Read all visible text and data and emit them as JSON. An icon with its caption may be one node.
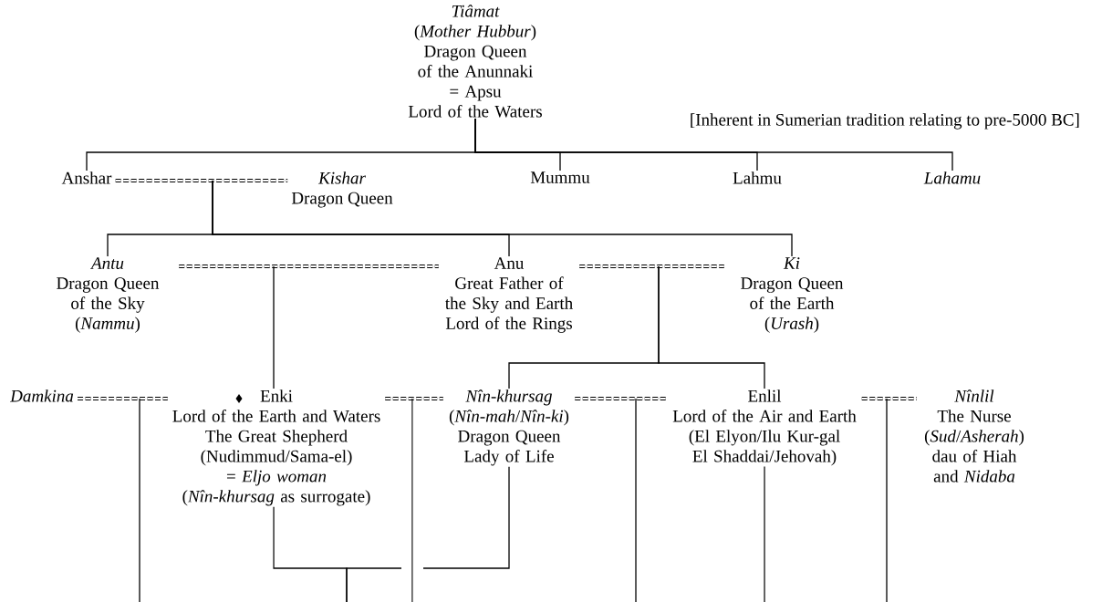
{
  "diagram": {
    "nodes": [
      {
        "text": [
          "Tiâmat",
          "(*Mother Hubbur*)",
          "Dragon Queen of the Anunnaki",
          "= Apsu",
          "Lord of the Waters"
        ]
      },
      {
        "text": [
          "Anshar"
        ]
      },
      {
        "text": [
          "Kishar",
          "Dragon Queen"
        ]
      },
      {
        "text": [
          "Mummu"
        ]
      },
      {
        "text": [
          "Lahmu"
        ]
      },
      {
        "text": [
          "Lahamu"
        ]
      },
      {
        "text": [
          "Antu",
          "Dragon Queen of the Sky",
          "(*Nammu*)"
        ]
      },
      {
        "text": [
          "Anu",
          "Great Father of the Sky and Earth",
          "Lord of the Rings"
        ]
      },
      {
        "text": [
          "Ki",
          "Dragon Queen of the Earth",
          "(*Urash*)"
        ]
      },
      {
        "text": [
          "Damkina"
        ]
      },
      {
        "text": [
          "Enki",
          "Lord of the Earth and Waters",
          "The Great Shepherd",
          "(Nudimmud/Sama-el)",
          "= *Eljo woman*",
          "(*Nîn-khursag* as surrogate)"
        ]
      },
      {
        "text": [
          "Nîn-khursag",
          "(*Nîn-mah*/*Nîn-ki*)",
          "Dragon Queen",
          "Lady of Life"
        ]
      },
      {
        "text": [
          "Enlil",
          "Lord of the Air and Earth",
          "(El Elyon/Ilu Kur-gal El Shaddai/Jehovah)"
        ]
      },
      {
        "text": [
          "Nînlil",
          "The Nurse",
          "(*Sud*/*Asherah*)",
          "dau of Hiah and *Nidaba*"
        ]
      }
    ],
    "edges": [
      {
        "from": 0,
        "to": 1,
        "arrow": "none"
      },
      {
        "from": 0,
        "to": 3,
        "arrow": "none"
      },
      {
        "from": 0,
        "to": 4,
        "arrow": "none"
      },
      {
        "from": 0,
        "to": 5,
        "arrow": "none"
      },
      {
        "from": 1,
        "to": 2,
        "arrow": "none",
        "style": "dashed"
      },
      {
        "from": null,
        "to": 6,
        "arrow": "none"
      },
      {
        "from": null,
        "to": 7,
        "arrow": "none"
      },
      {
        "from": null,
        "to": 8,
        "arrow": "none"
      },
      {
        "from": 6,
        "to": 7,
        "arrow": "none",
        "style": "dashed"
      },
      {
        "from": 7,
        "to": 8,
        "arrow": "none",
        "style": "dashed"
      },
      {
        "from": null,
        "to": 10,
        "arrow": "none"
      },
      {
        "from": null,
        "to": 11,
        "arrow": "none"
      },
      {
        "from": null,
        "to": 12,
        "arrow": "none"
      },
      {
        "from": 9,
        "to": 10,
        "arrow": "none",
        "style": "dashed"
      },
      {
        "from": 10,
        "to": 11,
        "arrow": "none",
        "style": "dashed"
      },
      {
        "from": 11,
        "to": 12,
        "arrow": "none",
        "style": "dashed"
      },
      {
        "from": 12,
        "to": 13,
        "arrow": "none",
        "style": "dashed"
      },
      {
        "from": 10,
        "to": null,
        "arrow": "none"
      },
      {
        "from": 11,
        "to": null,
        "arrow": "none"
      },
      {
        "from": 12,
        "to": null,
        "arrow": "none"
      }
    ],
    "labels": [
      "[Inherent in Sumerian tradition relating to pre-5000 BC]"
    ]
  }
}
